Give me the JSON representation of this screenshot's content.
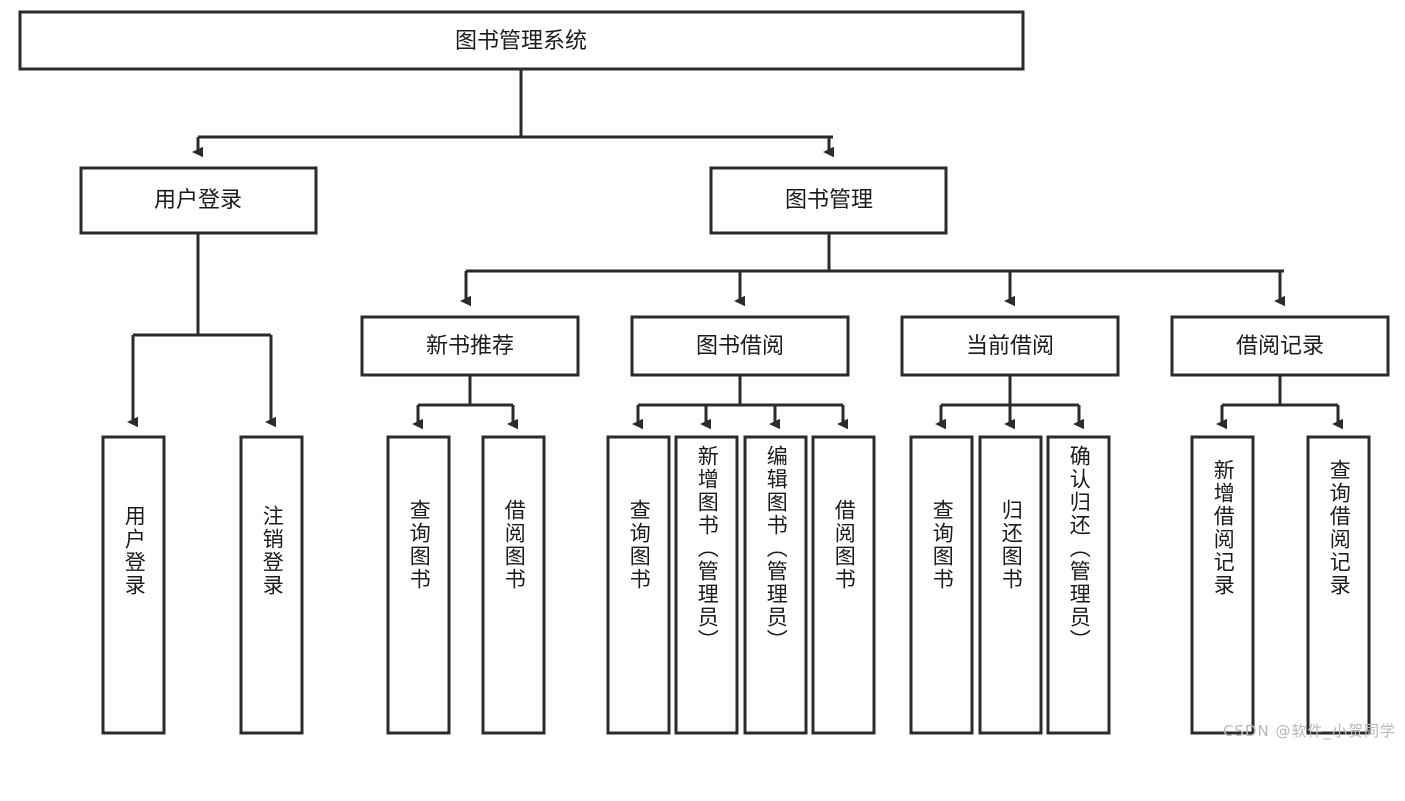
{
  "diagram": {
    "type": "tree-hierarchy-chart",
    "title": "图书管理系统",
    "watermark": "CSDN @软件_小贺同学",
    "colors": {
      "box_stroke": "#2b2b2b",
      "box_fill": "#ffffff",
      "connector": "#2b2b2b",
      "text": "#1b1b1b",
      "watermark": "#b9b9b9"
    },
    "levels": {
      "root": {
        "label": "图书管理系统"
      },
      "level2": [
        {
          "label": "用户登录"
        },
        {
          "label": "图书管理"
        }
      ],
      "level3": [
        {
          "label": "新书推荐"
        },
        {
          "label": "图书借阅"
        },
        {
          "label": "当前借阅"
        },
        {
          "label": "借阅记录"
        }
      ],
      "leaves": {
        "user_login": [
          {
            "label": "用户登录"
          },
          {
            "label": "注销登录"
          }
        ],
        "new_book_recommend": [
          {
            "label": "查询图书"
          },
          {
            "label": "借阅图书"
          }
        ],
        "book_borrow": [
          {
            "label": "查询图书"
          },
          {
            "label": "新增图书（管理员）"
          },
          {
            "label": "编辑图书（管理员）"
          },
          {
            "label": "借阅图书"
          }
        ],
        "current_borrow": [
          {
            "label": "查询图书"
          },
          {
            "label": "归还图书"
          },
          {
            "label": "确认归还（管理员）"
          }
        ],
        "borrow_record": [
          {
            "label": "新增借阅记录"
          },
          {
            "label": "查询借阅记录"
          }
        ]
      }
    }
  }
}
